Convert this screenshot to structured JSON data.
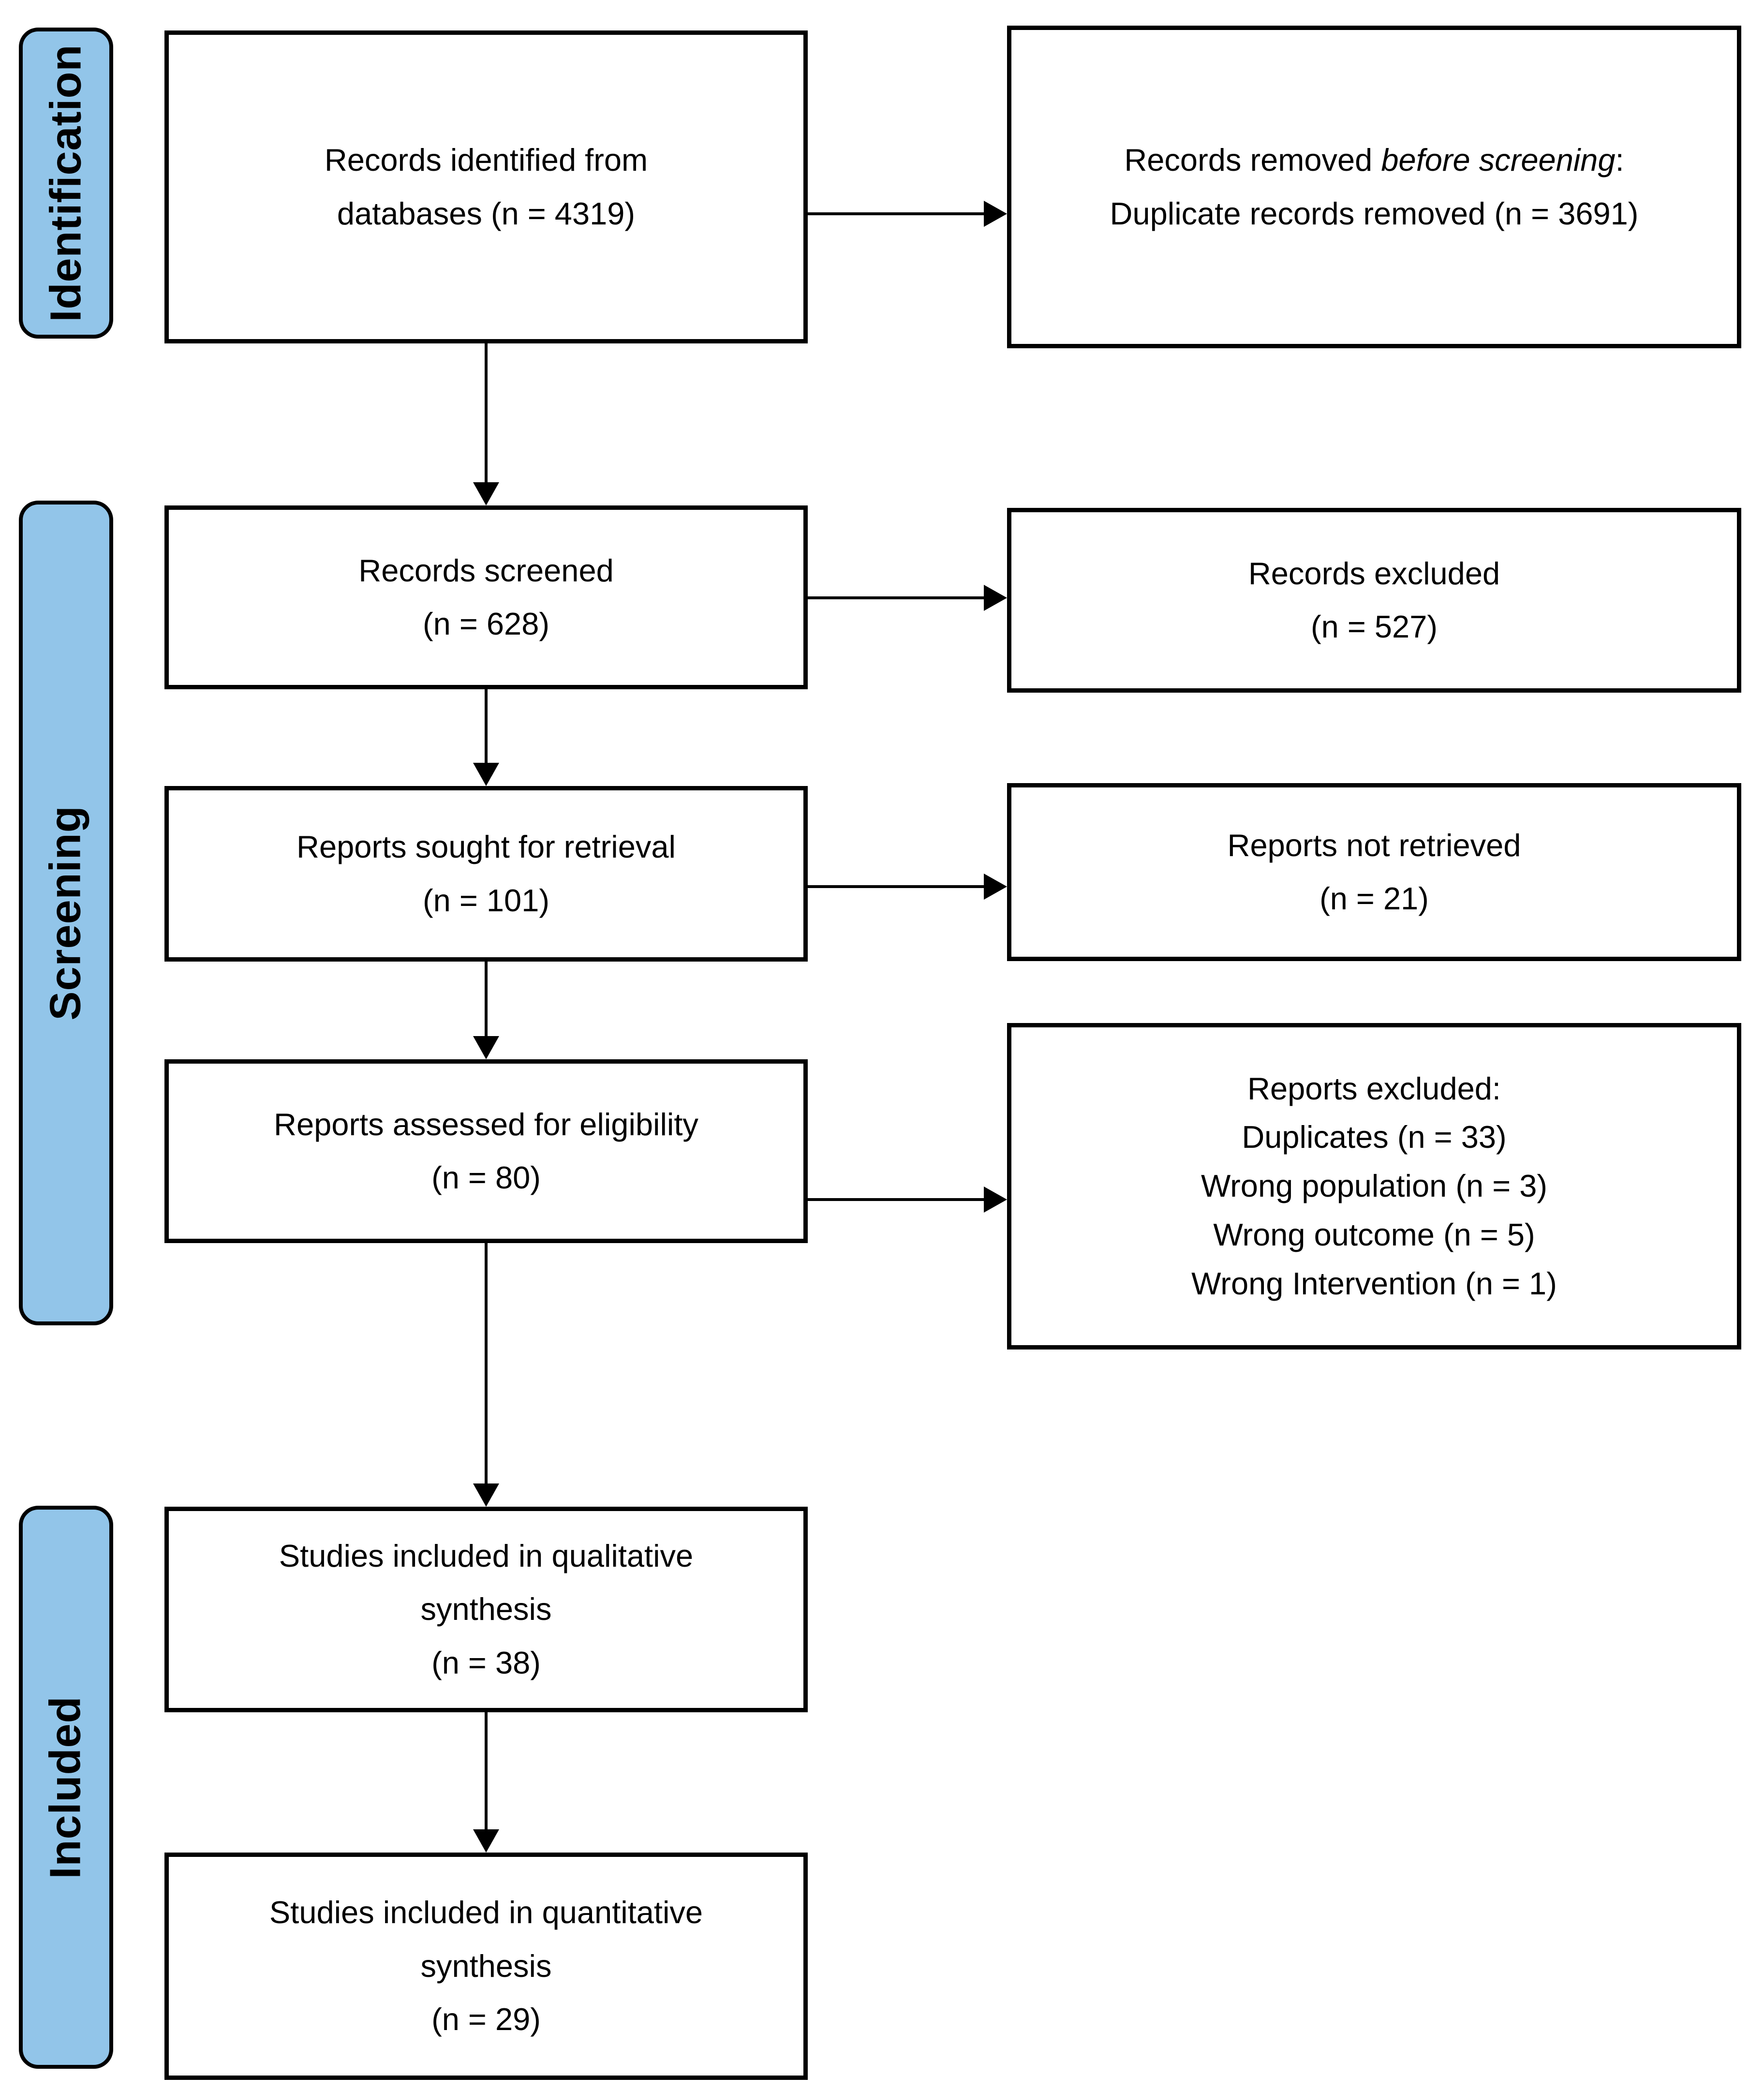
{
  "colors": {
    "stage_fill": "#92C5E9",
    "border": "#000000",
    "background": "#FFFFFF"
  },
  "stages": {
    "identification": "Identification",
    "screening": "Screening",
    "included": "Included"
  },
  "boxes": {
    "records_identified": {
      "line1": "Records identified from",
      "line2": "databases (n = 4319)"
    },
    "records_removed": {
      "line1_prefix": "Records removed ",
      "line1_italic": "before screening",
      "line1_suffix": ":",
      "line2": "Duplicate records removed (n = 3691)"
    },
    "records_screened": {
      "line1": "Records screened",
      "line2": "(n = 628)"
    },
    "records_excluded": {
      "line1": "Records excluded",
      "line2": "(n = 527)"
    },
    "reports_sought": {
      "line1": "Reports sought for retrieval",
      "line2": "(n = 101)"
    },
    "reports_not_retrieved": {
      "line1": "Reports not retrieved",
      "line2": "(n = 21)"
    },
    "reports_assessed": {
      "line1": "Reports assessed for eligibility",
      "line2": "(n = 80)"
    },
    "reports_excluded": {
      "header": "Reports excluded:",
      "reasons": [
        "Duplicates (n = 33)",
        "Wrong population (n = 3)",
        "Wrong outcome (n = 5)",
        "Wrong Intervention (n = 1)"
      ]
    },
    "qualitative_synthesis": {
      "line1": "Studies included in qualitative",
      "line2": "synthesis",
      "line3": "(n = 38)"
    },
    "quantitative_synthesis": {
      "line1": "Studies included in quantitative",
      "line2": "synthesis",
      "line3": "(n = 29)"
    }
  }
}
